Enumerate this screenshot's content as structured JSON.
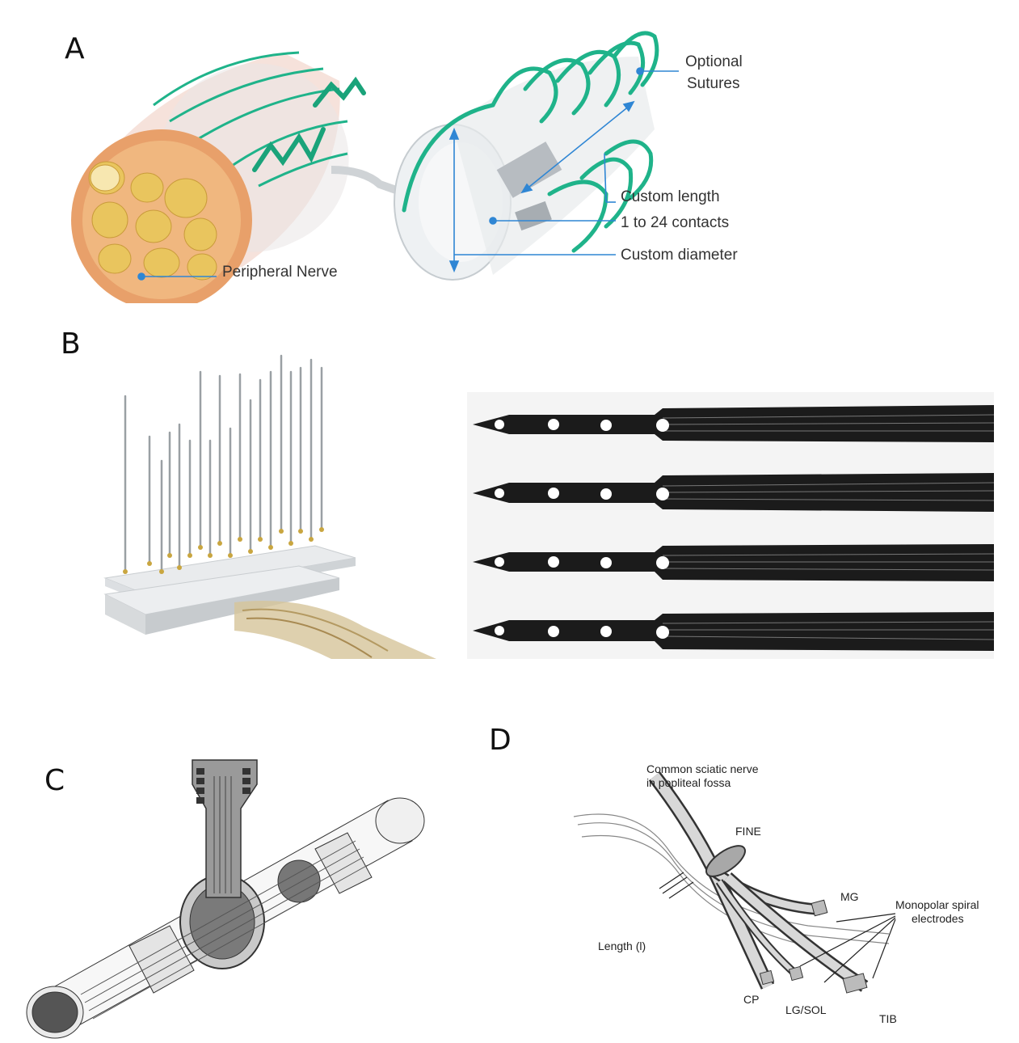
{
  "panels": {
    "a": {
      "letter": "A",
      "labels": {
        "optional_sutures_1": "Optional",
        "optional_sutures_2": "Sutures",
        "custom_length": "Custom length",
        "contacts": "1 to 24 contacts",
        "custom_diameter": "Custom diameter",
        "peripheral_nerve": "Peripheral Nerve"
      }
    },
    "b": {
      "letter": "B"
    },
    "c": {
      "letter": "C"
    },
    "d": {
      "letter": "D",
      "labels": {
        "sciatic_1": "Common sciatic nerve",
        "sciatic_2": "in popliteal fossa",
        "fine": "FINE",
        "mg": "MG",
        "spiral_1": "Monopolar spiral",
        "spiral_2": "electrodes",
        "length": "Length (l)",
        "cp": "CP",
        "lgsol": "LG/SOL",
        "tib": "TIB"
      }
    }
  },
  "colors": {
    "accent_blue": "#2f86d4",
    "suture_green": "#1fb38a",
    "nerve_orange": "#e8a06a",
    "fascicle_yellow": "#e9c55e"
  }
}
